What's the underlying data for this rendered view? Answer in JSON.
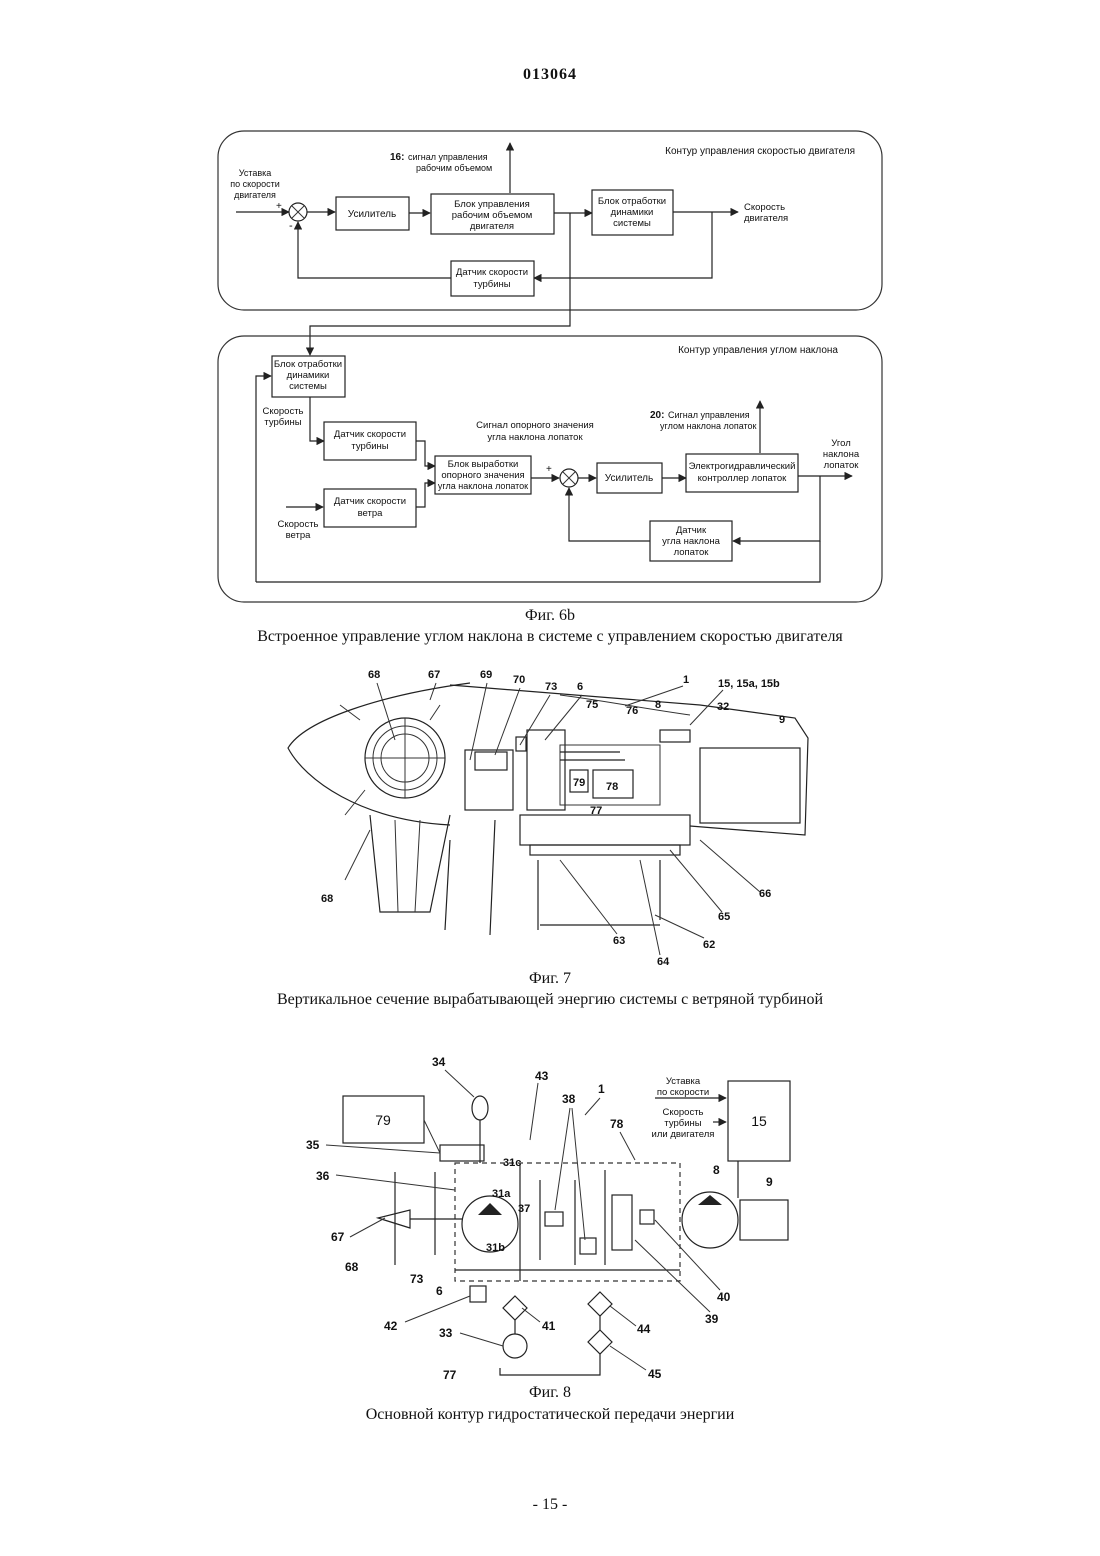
{
  "header": {
    "doc_number": "013064"
  },
  "fig6b": {
    "upper_loop_title": "Контур управления скоростью двигателя",
    "input_label": [
      "Уставка",
      "по скорости",
      "двигателя"
    ],
    "plus": "+",
    "minus": "-",
    "amp": "Усилитель",
    "motor_block": [
      "Блок управления",
      "рабочим объемом",
      "двигателя"
    ],
    "sys_dyn_upper": [
      "Блок отработки",
      "динамики",
      "системы"
    ],
    "signal16_num": "16:",
    "signal16": [
      "сигнал управления",
      "рабочим объемом"
    ],
    "speed_out": [
      "Скорость",
      "двигателя"
    ],
    "turbine_sensor_upper": [
      "Датчик скорости",
      "турбины"
    ],
    "lower_loop_title": "Контур управления углом наклона",
    "sys_dyn_lower": [
      "Блок отработки",
      "динамики",
      "системы"
    ],
    "turbine_speed": [
      "Скорость",
      "турбины"
    ],
    "turbine_sensor_lower": [
      "Датчик скорости",
      "турбины"
    ],
    "wind_sensor": [
      "Датчик скорости",
      "ветра"
    ],
    "wind_speed": [
      "Скорость",
      "ветра"
    ],
    "ref_block": [
      "Блок выработки",
      "опорного значения",
      "угла наклона лопаток"
    ],
    "ref_signal": [
      "Сигнал опорного значения",
      "угла наклона лопаток"
    ],
    "amp2": "Усилитель",
    "ehc": [
      "Электрогидравлический",
      "контроллер лопаток"
    ],
    "signal20_num": "20:",
    "signal20": [
      "Сигнал управления",
      "углом наклона лопаток"
    ],
    "angle_out": [
      "Угол",
      "наклона",
      "лопаток"
    ],
    "angle_sensor": [
      "Датчик",
      "угла наклона",
      "лопаток"
    ],
    "caption_title": "Фиг. 6b",
    "caption_text": "Встроенное управление углом наклона в системе с управлением скоростью двигателя"
  },
  "fig7": {
    "labels": [
      "68",
      "67",
      "69",
      "70",
      "73",
      "6",
      "1",
      "15, 15a, 15b",
      "75",
      "76",
      "8",
      "32",
      "9",
      "79",
      "78",
      "77",
      "68",
      "66",
      "65",
      "63",
      "62",
      "64"
    ],
    "caption_title": "Фиг. 7",
    "caption_text": "Вертикальное сечение вырабатывающей энергию системы с ветряной турбиной"
  },
  "fig8": {
    "box79": "79",
    "box15": "15",
    "setpoint": [
      "Уставка",
      "по скорости"
    ],
    "speed_label": [
      "Скорость",
      "турбины",
      "или двигателя"
    ],
    "labels": [
      "34",
      "43",
      "1",
      "38",
      "78",
      "35",
      "36",
      "31c",
      "31a",
      "37",
      "8",
      "9",
      "67",
      "31b",
      "68",
      "73",
      "6",
      "40",
      "39",
      "42",
      "41",
      "44",
      "33",
      "77",
      "45"
    ],
    "caption_title": "Фиг. 8",
    "caption_text": "Основной контур гидростатической передачи энергии"
  },
  "footer": {
    "page": "- 15 -"
  }
}
